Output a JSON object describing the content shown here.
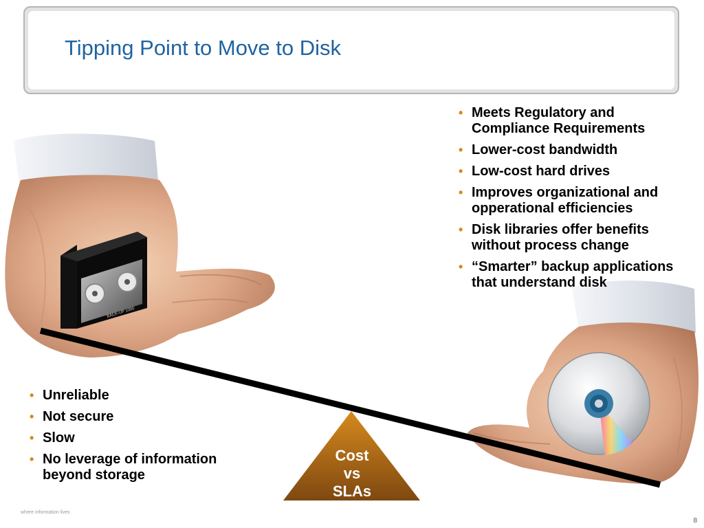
{
  "slide": {
    "title": "Tipping Point to Move to Disk",
    "page_number": "8",
    "footer": "where information lives"
  },
  "disk_benefits": [
    "Meets Regulatory and Compliance Requirements",
    "Lower-cost bandwidth",
    "Low-cost hard drives",
    "Improves organizational and opperational efficiencies",
    "Disk libraries offer benefits without process change",
    "“Smarter” backup applications that understand disk"
  ],
  "tape_drawbacks": [
    "Unreliable",
    "Not secure",
    "Slow",
    "No leverage of information beyond storage"
  ],
  "fulcrum": {
    "line1": "Cost",
    "line2": "vs",
    "line3": "SLAs"
  },
  "tape": {
    "label": "BACK-UP 1000"
  },
  "colors": {
    "title": "#1f63a0",
    "bullet": "#d8891a",
    "fulcrum": "#9a5a10"
  },
  "icons": {
    "tape": "tape-cassette-icon",
    "disc": "cd-disc-icon",
    "hands": "open-hand-icon"
  }
}
